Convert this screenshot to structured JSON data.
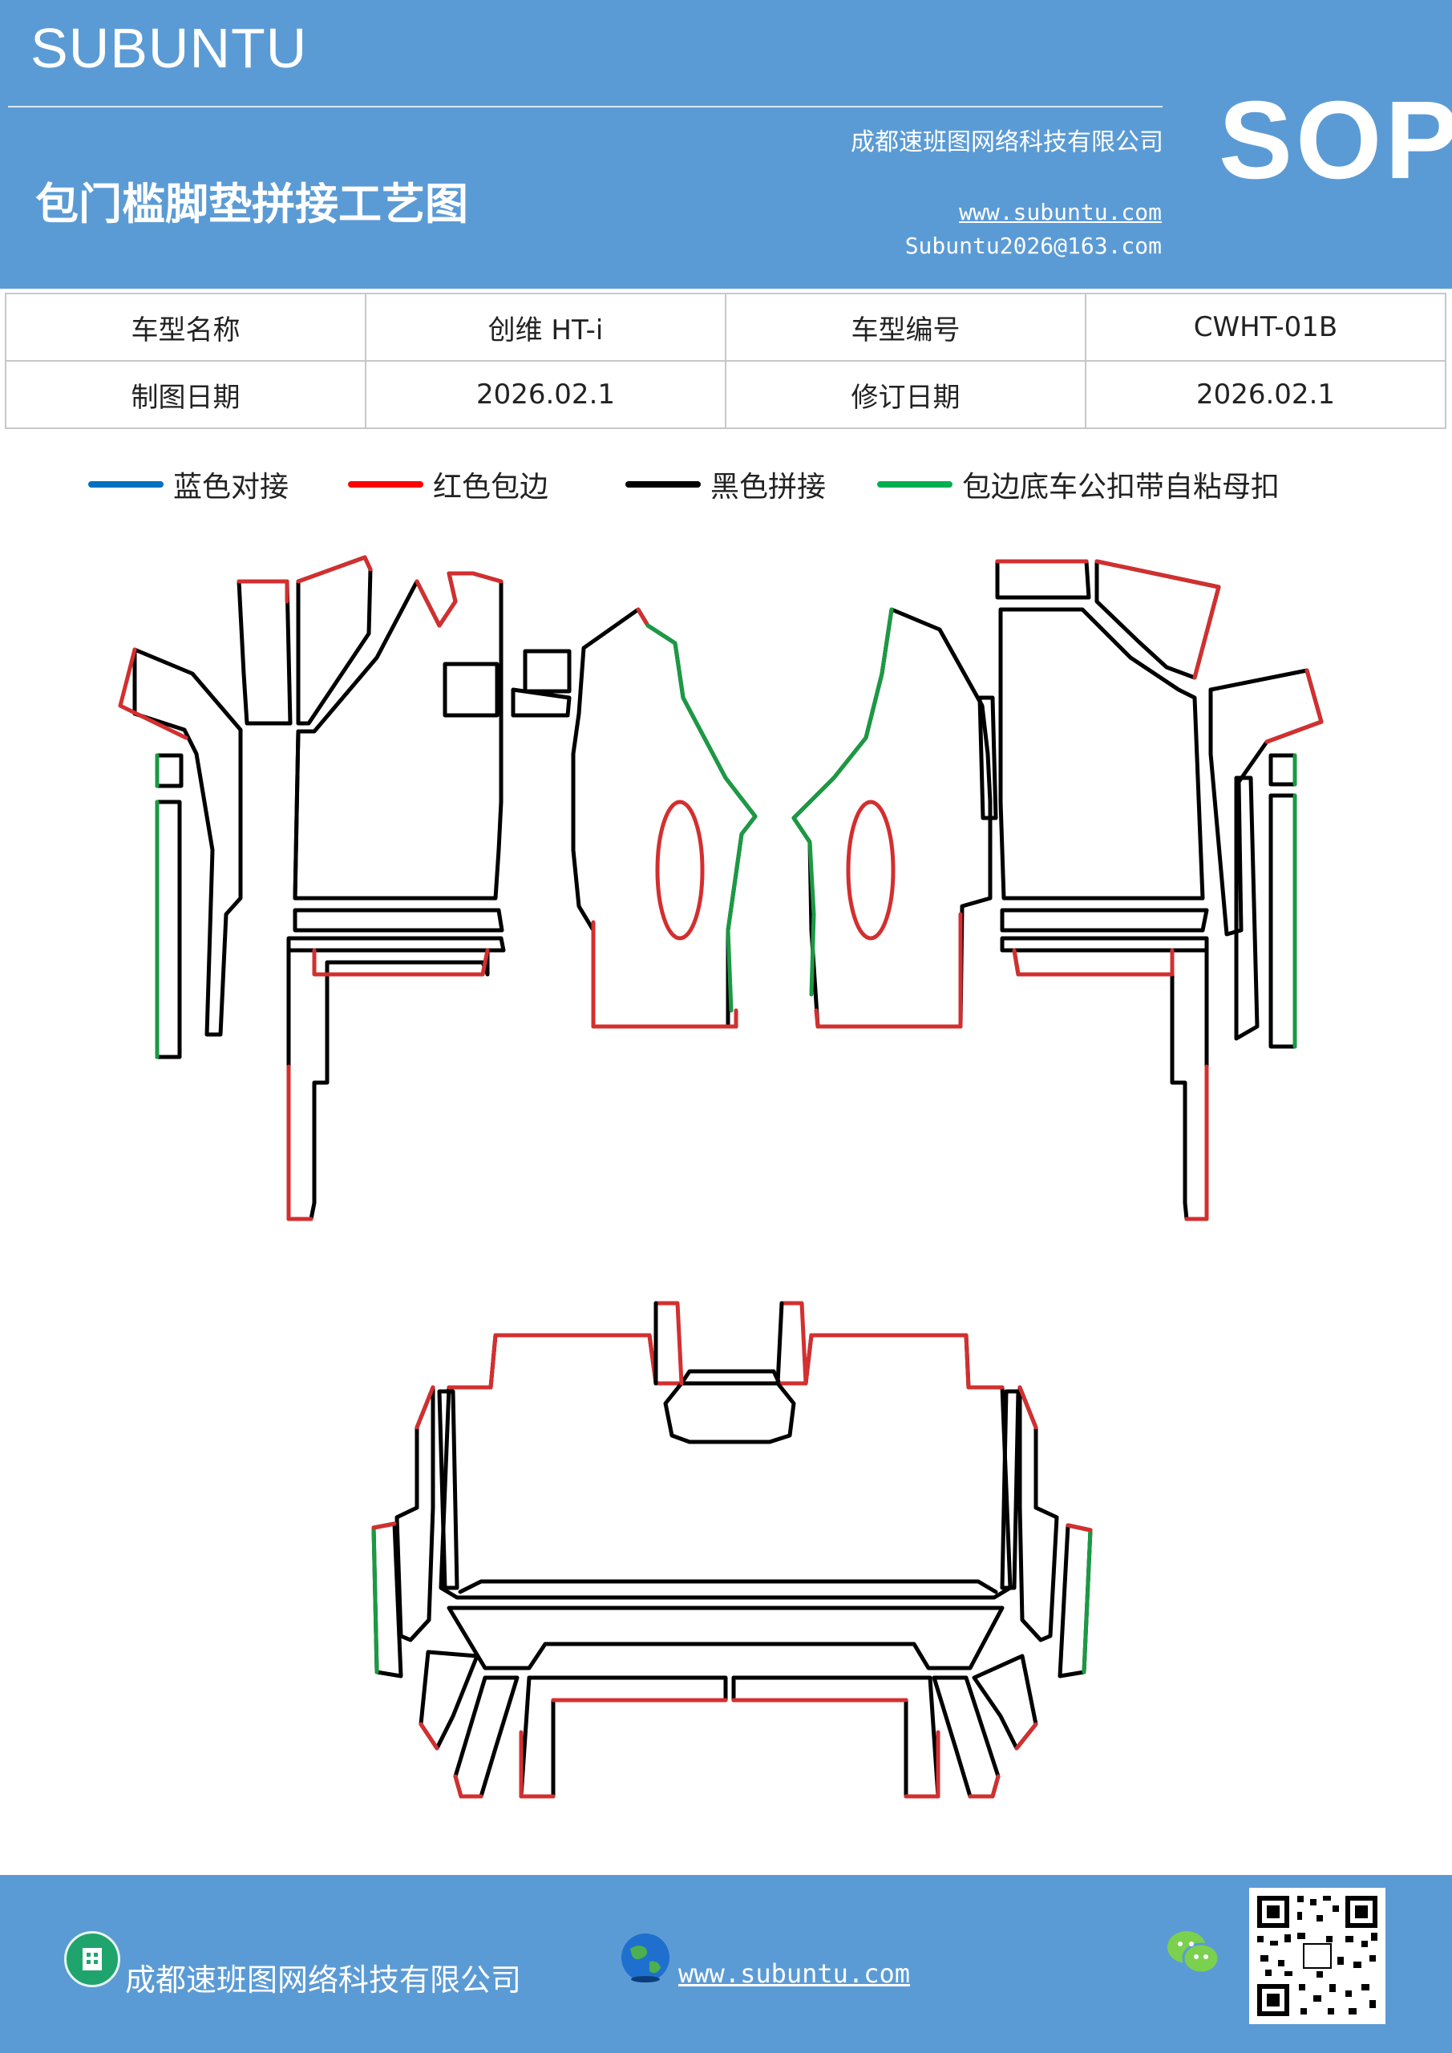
{
  "header": {
    "brand": "SUBUNTU",
    "title": "包门槛脚垫拼接工艺图",
    "company": "成都速班图网络科技有限公司",
    "website": "www.subuntu.com",
    "email": "Subuntu2026@163.com",
    "mark": "SOP",
    "bg_color": "#5b9bd5"
  },
  "info": {
    "rows": [
      [
        "车型名称",
        "创维 HT-i",
        "车型编号",
        "CWHT-01B"
      ],
      [
        "制图日期",
        "2026.02.1",
        "修订日期",
        "2026.02.1"
      ]
    ]
  },
  "legend": [
    {
      "label": "蓝色对接",
      "color": "#0070c0"
    },
    {
      "label": "红色包边",
      "color": "#ff0000"
    },
    {
      "label": "黑色拼接",
      "color": "#000000"
    },
    {
      "label": "包边底车公扣带自粘母扣",
      "color": "#00b050"
    }
  ],
  "footer": {
    "company": "成都速班图网络科技有限公司",
    "website": "www.subuntu.com",
    "icons": [
      "building-icon",
      "globe-icon",
      "wechat-icon",
      "qr-code"
    ]
  }
}
